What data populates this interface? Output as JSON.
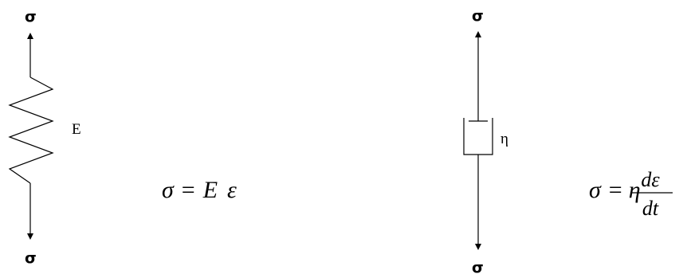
{
  "spring": {
    "top_stress": "σ",
    "bottom_stress": "σ",
    "modulus_label": "E",
    "equation": {
      "lhs": "σ",
      "op": "=",
      "rhs_1": "E",
      "rhs_2": "ε"
    }
  },
  "dashpot": {
    "top_stress": "σ",
    "bottom_stress": "σ",
    "viscosity_label": "η",
    "equation": {
      "lhs": "σ",
      "op": "=",
      "coef": "η",
      "numerator": "dε",
      "denominator": "dt"
    }
  }
}
